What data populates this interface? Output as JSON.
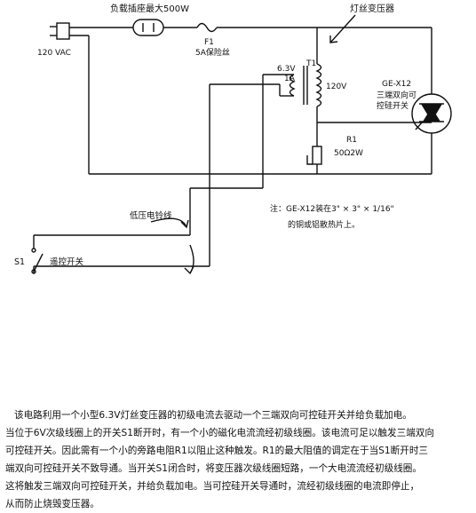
{
  "labels": {
    "supply": "120 VAC",
    "load": "负载插座最大500W",
    "fuse_ref": "F1",
    "fuse_desc": "5A保险丝",
    "transformer_title": "灯丝变压器",
    "secondary_voltage": "6.3V",
    "secondary_current": "1A",
    "transformer_ref": "T1",
    "primary_voltage": "120V",
    "triac_part": "GE-X12",
    "triac_desc_1": "三端双向可",
    "triac_desc_2": "控硅开关",
    "resistor_ref": "R1",
    "resistor_value": "50Ω2W",
    "note_1": "注：GE-X12装在3\" × 3\" × 1/16\"",
    "note_2": "的铜或铝散热片上。",
    "low_voltage_wire": "低压电铃线",
    "switch_ref": "S1",
    "switch_desc": "遥控开关"
  },
  "caption": [
    "该电路利用一个小型6.3V灯丝变压器的初级电流去驱动一个三端双向可控硅开关并给负载加电。",
    "当位于6V次级线圈上的开关S1断开时，有一个小的磁化电流流经初级线圈。该电流可足以触发三端双向",
    "可控硅开关。因此需有一个小的旁路电阻R1以阻止这种触发。R1的最大阻值的调定在于当S1断开时三",
    "端双向可控硅开关不致导通。当开关S1闭合时，将变压器次级线圈短路，一个大电流流经初级线圈。",
    "这将触发三端双向可控硅开关，并给负载加电。当可控硅开关导通时，流经初级线圈的电流即停止，",
    "从而防止烧毁变压器。"
  ]
}
